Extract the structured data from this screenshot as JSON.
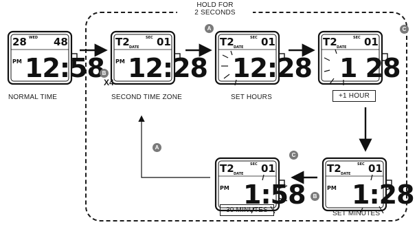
{
  "header": {
    "hold_line1": "HOLD FOR",
    "hold_line2": "2 SECONDS"
  },
  "button_badges": {
    "a": "A",
    "b": "B",
    "c": "C"
  },
  "multiplier": "X4",
  "captions": {
    "normal_time": "NORMAL TIME",
    "second_time_zone": "SECOND TIME ZONE",
    "set_hours": "SET HOURS",
    "plus_one_hour": "+1 HOUR",
    "set_minutes": "SET MINUTES",
    "thirty_minutes": "30 MINUTES"
  },
  "watches": {
    "normal": {
      "top_left": "28",
      "day": "WED",
      "top_right": "48",
      "big": "12:58",
      "pm": "PM"
    },
    "second_zone": {
      "top_left": "T2",
      "top_right": "01",
      "big": "12:28",
      "pm": "PM"
    },
    "set_hours": {
      "top_left": "T2",
      "top_right": "01",
      "big": "12:28",
      "pm": ""
    },
    "plus_hour": {
      "top_left": "T2",
      "top_right": "01",
      "big": "1 28",
      "pm": ""
    },
    "set_minutes": {
      "top_left": "T2",
      "top_right": "01",
      "big": "1:28",
      "pm": "PM"
    },
    "thirty_min": {
      "top_left": "T2",
      "top_right": "01",
      "big": "1:58",
      "pm": "PM"
    }
  },
  "labels": {
    "sec": "SEC",
    "date": "DATE"
  }
}
